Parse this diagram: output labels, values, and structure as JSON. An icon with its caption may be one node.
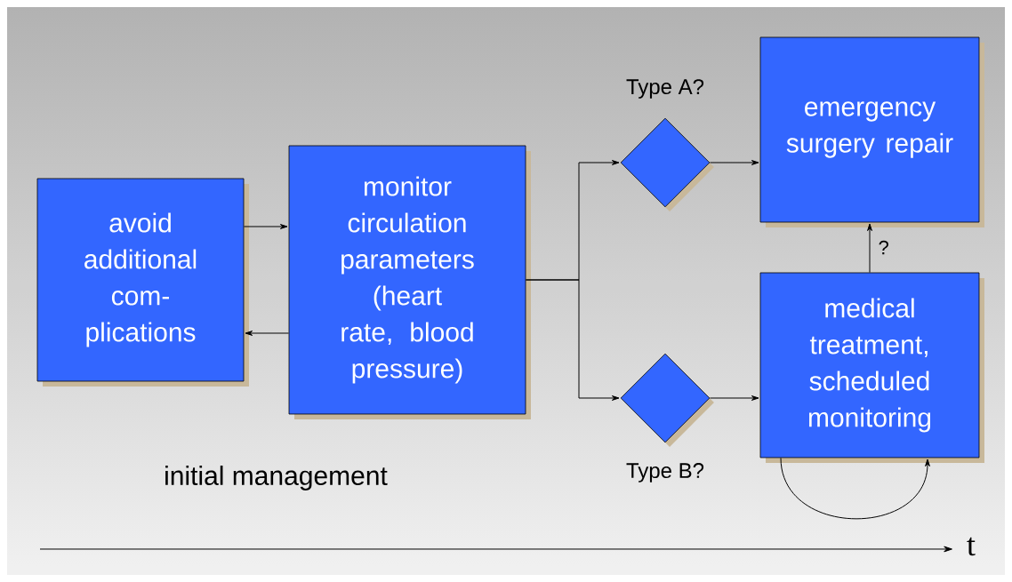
{
  "diagram": {
    "nodes": [
      {
        "text": [
          "avoid additional com-plications"
        ]
      },
      {
        "text": [
          "monitor circulation parameters (heart rate, blood pressure)"
        ]
      },
      {
        "text": [],
        "shape": "diamond",
        "beside": [
          "Type A?"
        ]
      },
      {
        "text": [
          "emergency surgery repair"
        ]
      },
      {
        "text": [],
        "shape": "diamond",
        "beside": [
          "Type B?"
        ]
      },
      {
        "text": [
          "medical treatment, scheduled monitoring"
        ]
      }
    ],
    "edges": [
      {
        "from": 0,
        "to": 1,
        "arrow": "to"
      },
      {
        "from": 1,
        "to": 0,
        "arrow": "to"
      },
      {
        "from": 1,
        "to": 2,
        "arrow": "to"
      },
      {
        "from": 1,
        "to": 4,
        "arrow": "to"
      },
      {
        "from": 2,
        "to": 3,
        "arrow": "to"
      },
      {
        "from": 4,
        "to": 5,
        "arrow": "to"
      },
      {
        "from": 5,
        "to": 3,
        "arrow": "to",
        "label": "?"
      },
      {
        "from": 5,
        "to": 5,
        "arrow": "to"
      }
    ],
    "labels": [
      "initial management",
      "t"
    ]
  }
}
